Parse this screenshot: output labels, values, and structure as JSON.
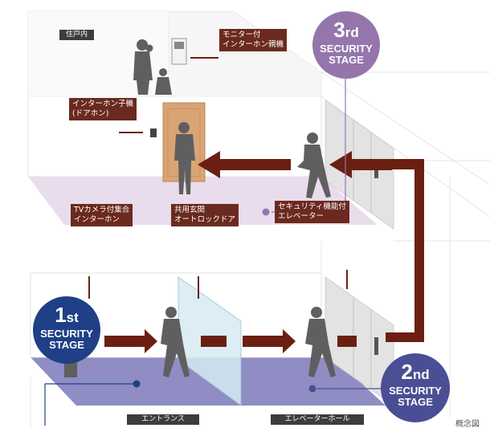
{
  "labels": {
    "residence": "住戸内",
    "monitor_intercom": "モニター付\nインターホン親機",
    "intercom_door": "インターホン子機\n(ドアホン)",
    "tv_camera_intercom": "TVカメラ付集合\nインターホン",
    "shared_entrance": "共用玄関\nオートロックドア",
    "security_elevator": "セキュリティ機能付\nエレベーター",
    "entrance": "エントランス",
    "elevator_hall": "エレベーターホール",
    "concept": "概念図"
  },
  "badges": {
    "first": {
      "number": "1",
      "suffix": "st",
      "line1": "SECURITY",
      "line2": "STAGE",
      "color": "#1f3f86"
    },
    "second": {
      "number": "2",
      "suffix": "nd",
      "line1": "SECURITY",
      "line2": "STAGE",
      "color": "#4a4e94"
    },
    "third": {
      "number": "3",
      "suffix": "rd",
      "line1": "SECURITY",
      "line2": "STAGE",
      "color": "#9476ad"
    }
  },
  "colors": {
    "arrow": "#6b1f12",
    "floor_upper": "#e8d9ec",
    "floor_lower": "#8f8dc4",
    "door": "#d9a474"
  }
}
